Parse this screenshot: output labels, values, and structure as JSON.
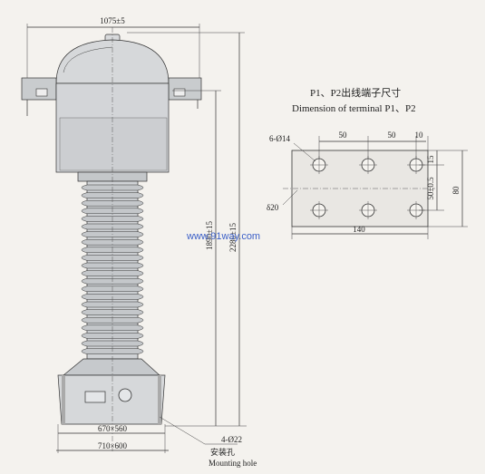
{
  "drawing": {
    "top_width": "1075±5",
    "height_1": "1890±15",
    "height_2": "2280±15",
    "base_inner": "670×560",
    "base_outer": "710×600",
    "mounting_hole_dia": "4-Ø22",
    "mounting_hole_cn": "安装孔",
    "mounting_hole_en": "Mounting hole"
  },
  "terminal": {
    "title_cn": "P1、P2出线端子尺寸",
    "title_en": "Dimension of terminal P1、P2",
    "holes": "6-Ø14",
    "thickness": "δ20",
    "spacing_1": "50",
    "spacing_2": "50",
    "edge_x": "10",
    "edge_y": "15",
    "pitch_y": "50±0.5",
    "plate_height": "80",
    "plate_width": "140"
  },
  "watermark": "www.91way.com"
}
